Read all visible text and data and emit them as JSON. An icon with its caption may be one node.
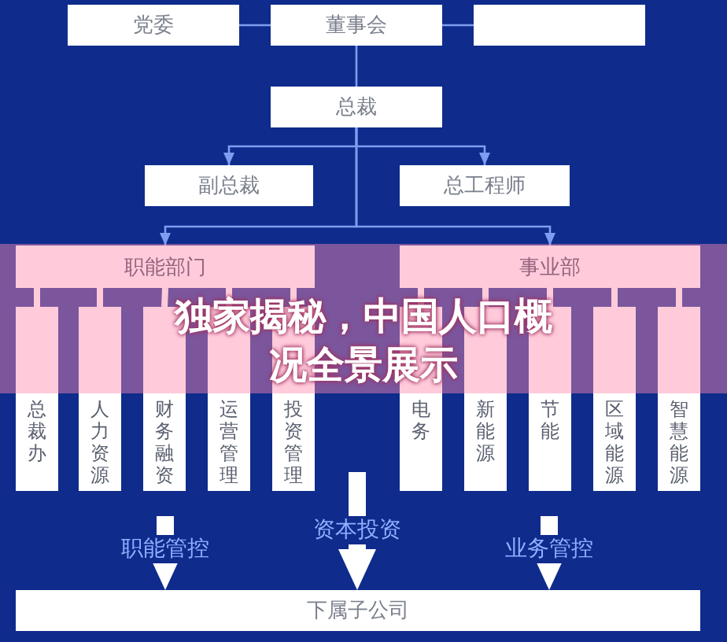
{
  "diagram": {
    "title": "独家揭秘，中国人口概况全景展示",
    "nodes": [
      {
        "text": [
          "党委"
        ]
      },
      {
        "text": [
          "董事会"
        ]
      },
      {
        "text": [],
        "shape": "box"
      },
      {
        "text": [
          "总裁"
        ]
      },
      {
        "text": [
          "副总裁"
        ]
      },
      {
        "text": [
          "总工程师"
        ]
      },
      {
        "text": [
          "职能部门"
        ]
      },
      {
        "text": [
          "事业部"
        ]
      },
      {
        "text": [
          "总裁办"
        ]
      },
      {
        "text": [
          "人力资源"
        ]
      },
      {
        "text": [
          "财务融资"
        ]
      },
      {
        "text": [
          "运营管理"
        ]
      },
      {
        "text": [
          "投资管理"
        ]
      },
      {
        "text": [
          "电务"
        ]
      },
      {
        "text": [
          "新能源"
        ]
      },
      {
        "text": [
          "节能"
        ]
      },
      {
        "text": [
          "区域能源"
        ]
      },
      {
        "text": [
          "智慧能源"
        ]
      },
      {
        "text": [
          "下属子公司"
        ]
      }
    ],
    "edges": [
      {
        "from": 0,
        "to": 1,
        "arrow": "none",
        "color": "#7d9ef0"
      },
      {
        "from": 1,
        "to": 2,
        "arrow": "none",
        "color": "#7d9ef0"
      },
      {
        "from": 1,
        "to": 3,
        "arrow": "none",
        "color": "#7d9ef0"
      },
      {
        "from": 3,
        "to": 4,
        "arrow": "to",
        "color": "#7d9ef0"
      },
      {
        "from": 3,
        "to": 5,
        "arrow": "to",
        "color": "#7d9ef0"
      },
      {
        "from": 3,
        "to": 6,
        "arrow": "to",
        "color": "#7d9ef0"
      },
      {
        "from": 3,
        "to": 7,
        "arrow": "to",
        "color": "#7d9ef0"
      },
      {
        "from": 6,
        "to": 8,
        "arrow": "none"
      },
      {
        "from": 6,
        "to": 9,
        "arrow": "none"
      },
      {
        "from": 6,
        "to": 10,
        "arrow": "none"
      },
      {
        "from": 6,
        "to": 11,
        "arrow": "none"
      },
      {
        "from": 6,
        "to": 12,
        "arrow": "none"
      },
      {
        "from": 7,
        "to": 13,
        "arrow": "none"
      },
      {
        "from": 7,
        "to": 14,
        "arrow": "none"
      },
      {
        "from": 7,
        "to": 15,
        "arrow": "none"
      },
      {
        "from": 7,
        "to": 16,
        "arrow": "none"
      },
      {
        "from": 7,
        "to": 17,
        "arrow": "none"
      },
      {
        "from": null,
        "to": 18,
        "arrow": "to",
        "label": "职能管控",
        "style": "thick",
        "color": "#ffffff"
      },
      {
        "from": null,
        "to": 18,
        "arrow": "to",
        "label": "资本投资",
        "style": "thick",
        "color": "#ffffff"
      },
      {
        "from": null,
        "to": 18,
        "arrow": "to",
        "label": "业务管控",
        "style": "thick",
        "color": "#ffffff"
      }
    ]
  }
}
